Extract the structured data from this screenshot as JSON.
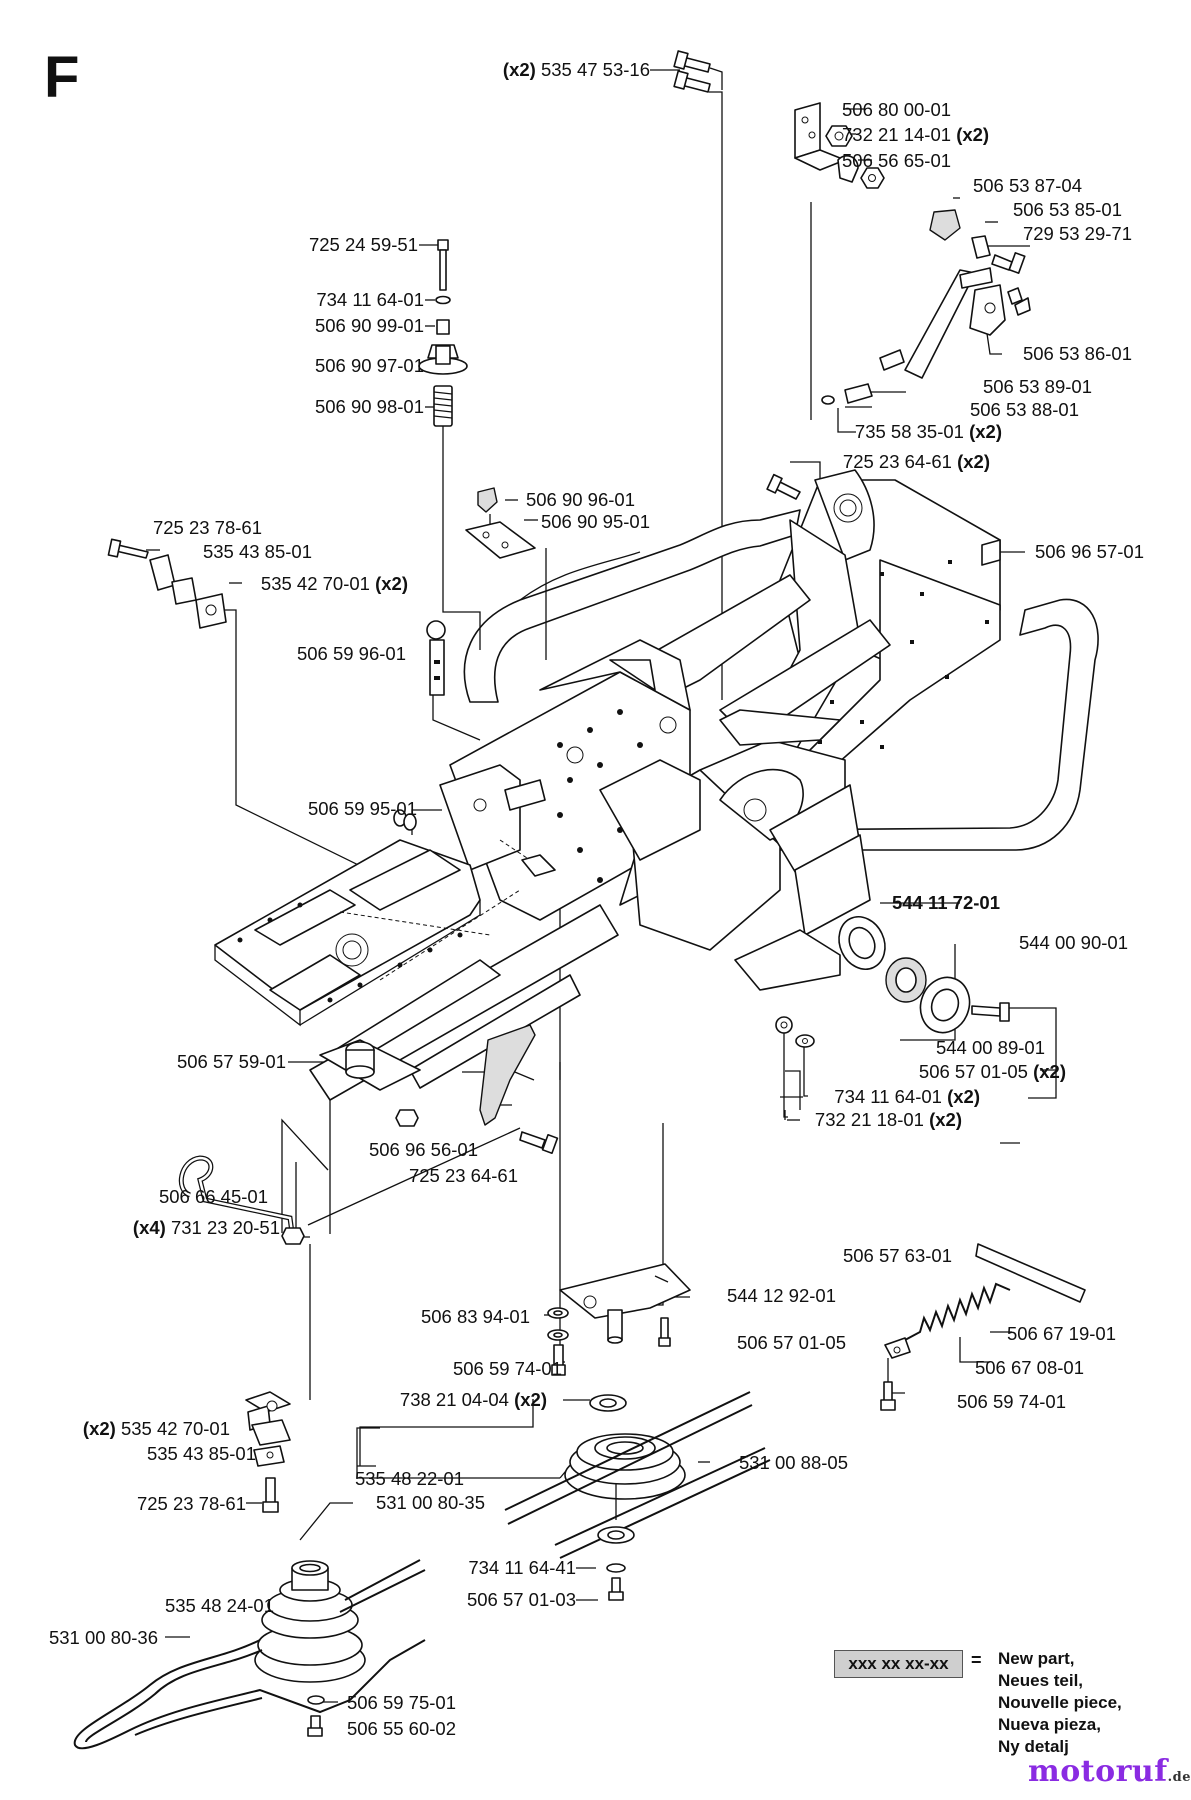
{
  "section_letter": "F",
  "parts": [
    {
      "qty": "(x2)",
      "number": "535 47 53-16"
    },
    {
      "qty": "",
      "number": "506 80 00-01"
    },
    {
      "qty": "(x2)",
      "number": "732 21 14-01"
    },
    {
      "qty": "",
      "number": "506 56 65-01"
    },
    {
      "qty": "",
      "number": "506 53 87-04"
    },
    {
      "qty": "",
      "number": "506 53 85-01"
    },
    {
      "qty": "",
      "number": "729 53 29-71"
    },
    {
      "qty": "",
      "number": "725 24 59-51"
    },
    {
      "qty": "",
      "number": "734 11 64-01"
    },
    {
      "qty": "",
      "number": "506 90 99-01"
    },
    {
      "qty": "",
      "number": "506 90 97-01"
    },
    {
      "qty": "",
      "number": "506 53 86-01"
    },
    {
      "qty": "",
      "number": "506 90 98-01"
    },
    {
      "qty": "",
      "number": "506 53 89-01"
    },
    {
      "qty": "",
      "number": "506 53 88-01"
    },
    {
      "qty": "(x2)",
      "number": "735 58 35-01"
    },
    {
      "qty": "(x2)",
      "number": "725 23 64-61"
    },
    {
      "qty": "",
      "number": "506 90 96-01"
    },
    {
      "qty": "",
      "number": "506 90 95-01"
    },
    {
      "qty": "",
      "number": "725 23 78-61"
    },
    {
      "qty": "",
      "number": "506 96 57-01"
    },
    {
      "qty": "",
      "number": "535 43 85-01"
    },
    {
      "qty": "(x2)",
      "number": "535 42 70-01"
    },
    {
      "qty": "",
      "number": "506 59 96-01"
    },
    {
      "qty": "",
      "number": "506 59 95-01"
    },
    {
      "qty": "",
      "number": "544 11 72-01",
      "new": true
    },
    {
      "qty": "",
      "number": "544 00 90-01"
    },
    {
      "qty": "",
      "number": "544 00 89-01"
    },
    {
      "qty": "(x2)",
      "number": "506 57 01-05"
    },
    {
      "qty": "",
      "number": "506 57 59-01"
    },
    {
      "qty": "(x2)",
      "number": "734 11 64-01"
    },
    {
      "qty": "(x2)",
      "number": "732 21 18-01"
    },
    {
      "qty": "",
      "number": "506 96 56-01"
    },
    {
      "qty": "",
      "number": "725 23 64-61"
    },
    {
      "qty": "",
      "number": "506 66 45-01"
    },
    {
      "qty": "(x4)",
      "number": "731 23 20-51"
    },
    {
      "qty": "",
      "number": "506 57 63-01"
    },
    {
      "qty": "",
      "number": "544 12 92-01"
    },
    {
      "qty": "",
      "number": "506 83 94-01"
    },
    {
      "qty": "",
      "number": "506 57 01-05"
    },
    {
      "qty": "",
      "number": "506 67 19-01"
    },
    {
      "qty": "",
      "number": "506 59 74-01"
    },
    {
      "qty": "",
      "number": "506 67 08-01"
    },
    {
      "qty": "(x2)",
      "number": "738 21 04-04"
    },
    {
      "qty": "",
      "number": "506 59 74-01"
    },
    {
      "qty": "(x2)",
      "number": "535 42 70-01"
    },
    {
      "qty": "",
      "number": "535 43 85-01"
    },
    {
      "qty": "",
      "number": "535 48 22-01"
    },
    {
      "qty": "",
      "number": "531 00 88-05"
    },
    {
      "qty": "",
      "number": "725 23 78-61"
    },
    {
      "qty": "",
      "number": "531 00 80-35"
    },
    {
      "qty": "",
      "number": "734 11 64-41"
    },
    {
      "qty": "",
      "number": "535 48 24-01"
    },
    {
      "qty": "",
      "number": "506 57 01-03"
    },
    {
      "qty": "",
      "number": "531 00 80-36"
    },
    {
      "qty": "",
      "number": "506 59 75-01"
    },
    {
      "qty": "",
      "number": "506 55 60-02"
    }
  ],
  "legend": {
    "box": "xxx xx xx-xx",
    "equals": "=",
    "lines": [
      "New part,",
      "Neues teil,",
      "Nouvelle piece,",
      "Nueva pieza,",
      "Ny detalj"
    ]
  },
  "watermark": {
    "name": "motoruf",
    "tld": ".de"
  }
}
